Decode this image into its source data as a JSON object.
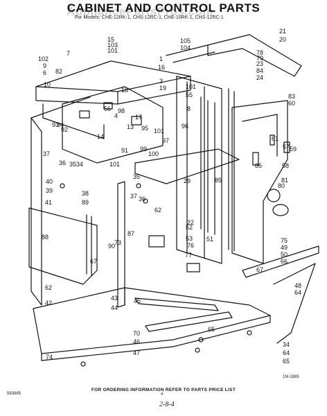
{
  "title": "CABINET AND CONTROL PARTS",
  "watermark": "AppliancePartsPros.com",
  "models": "For Models: CHE-12RK-1, CHS-12RC-1, CHE-10RK-1, CHS-12RC-1",
  "footer": "FOR ORDERING INFORMATION REFER TO PARTS PRICE LIST",
  "figure_number": "1M-2885",
  "doc_code": "583885",
  "page_number": "4",
  "handwritten_note": "2-8-4",
  "callouts": [
    "21",
    "20",
    "105",
    "104",
    "78",
    "79",
    "23",
    "84",
    "24",
    "83",
    "60",
    "15",
    "103",
    "101",
    "7",
    "102",
    "9",
    "6",
    "10",
    "82",
    "1",
    "16",
    "3",
    "19",
    "18",
    "101",
    "55",
    "56",
    "98",
    "4",
    "8",
    "17",
    "13",
    "14",
    "96",
    "94",
    "92",
    "93",
    "95",
    "101",
    "97",
    "99",
    "100",
    "91",
    "37",
    "36",
    "35",
    "34",
    "101",
    "61",
    "57",
    "59",
    "86",
    "58",
    "40",
    "39",
    "38",
    "89",
    "41",
    "88",
    "35",
    "37",
    "36",
    "62",
    "85",
    "29",
    "81",
    "80",
    "22",
    "52",
    "53",
    "51",
    "90",
    "73",
    "67",
    "87",
    "76",
    "77",
    "75",
    "49",
    "50",
    "66",
    "67",
    "62",
    "42",
    "43",
    "44",
    "45",
    "70",
    "46",
    "47",
    "48",
    "64",
    "65",
    "34",
    "64",
    "65",
    "74",
    "69"
  ]
}
